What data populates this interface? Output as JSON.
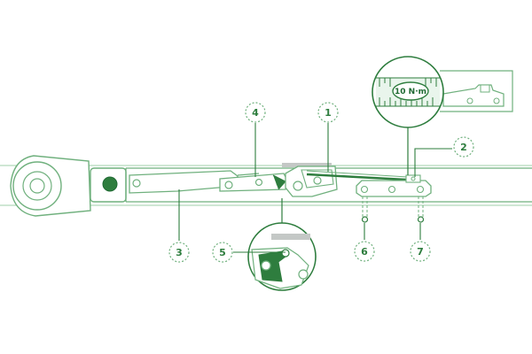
{
  "diagram": {
    "callouts": [
      {
        "id": "1",
        "label": "1"
      },
      {
        "id": "2",
        "label": "2"
      },
      {
        "id": "3",
        "label": "3"
      },
      {
        "id": "4",
        "label": "4"
      },
      {
        "id": "5",
        "label": "5"
      },
      {
        "id": "6",
        "label": "6"
      },
      {
        "id": "7",
        "label": "7"
      }
    ],
    "scale_label": "10 N·m",
    "colors": {
      "accent": "#2e7d3e",
      "line_light": "#9fcfaa",
      "line_mid": "#6fb07d",
      "fill_light": "#e9f5ec",
      "grey": "#c4c8c6"
    }
  }
}
